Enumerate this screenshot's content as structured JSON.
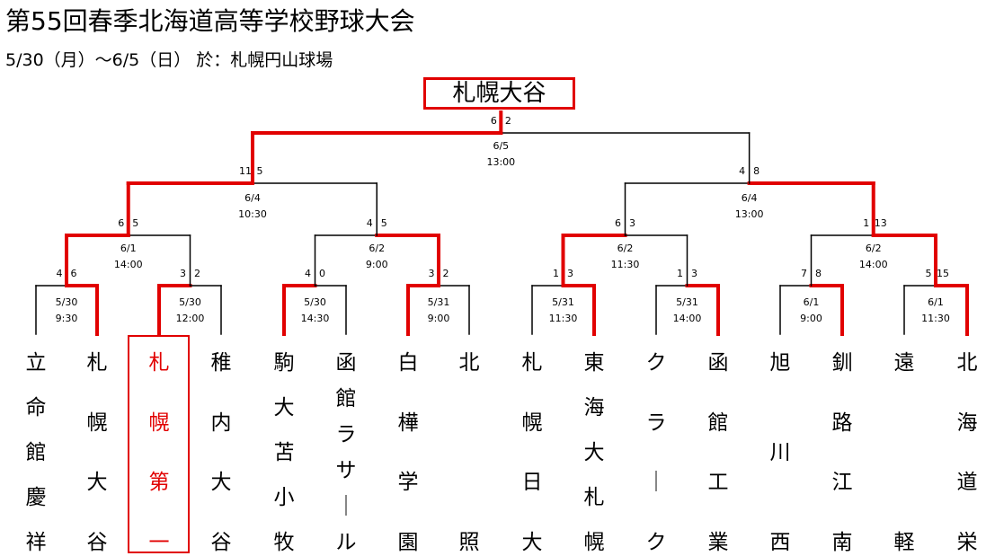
{
  "title": "第55回春季北海道高等学校野球大会",
  "subtitle": "5/30（月）～6/5（日） 於：札幌円山球場",
  "champion": "札幌大谷",
  "final": {
    "date": "6/5",
    "time": "13:00",
    "score_left": "6",
    "score_right": "2"
  },
  "semifinals": [
    {
      "date": "6/4",
      "time": "10:30",
      "score_left": "11",
      "score_right": "5"
    },
    {
      "date": "6/4",
      "time": "13:00",
      "score_left": "4",
      "score_right": "8"
    }
  ],
  "quarterfinals": [
    {
      "date": "6/1",
      "time": "14:00",
      "score_left": "6",
      "score_right": "5"
    },
    {
      "date": "6/2",
      "time": "9:00",
      "score_left": "4",
      "score_right": "5"
    },
    {
      "date": "6/2",
      "time": "11:30",
      "score_left": "6",
      "score_right": "3"
    },
    {
      "date": "6/2",
      "time": "14:00",
      "score_left": "1",
      "score_right": "13"
    }
  ],
  "first_round": [
    {
      "date": "5/30",
      "time": "9:30",
      "score_left": "4",
      "score_right": "6"
    },
    {
      "date": "5/30",
      "time": "12:00",
      "score_left": "3",
      "score_right": "2"
    },
    {
      "date": "5/30",
      "time": "14:30",
      "score_left": "4",
      "score_right": "0"
    },
    {
      "date": "5/31",
      "time": "9:00",
      "score_left": "3",
      "score_right": "2"
    },
    {
      "date": "5/31",
      "time": "11:30",
      "score_left": "1",
      "score_right": "3"
    },
    {
      "date": "5/31",
      "time": "14:00",
      "score_left": "1",
      "score_right": "3"
    },
    {
      "date": "6/1",
      "time": "9:00",
      "score_left": "7",
      "score_right": "8"
    },
    {
      "date": "6/1",
      "time": "11:30",
      "score_left": "5",
      "score_right": "15"
    }
  ],
  "teams": [
    {
      "chars": [
        "立",
        "命",
        "館",
        "慶",
        "祥"
      ]
    },
    {
      "chars": [
        "札",
        "幌",
        "大",
        "谷"
      ]
    },
    {
      "chars": [
        "札",
        "幌",
        "第",
        "一"
      ]
    },
    {
      "chars": [
        "稚",
        "内",
        "大",
        "谷"
      ]
    },
    {
      "chars": [
        "駒",
        "大",
        "苫",
        "小",
        "牧"
      ]
    },
    {
      "chars": [
        "函",
        "館",
        "ラ",
        "サ",
        "｜",
        "ル"
      ]
    },
    {
      "chars": [
        "白",
        "樺",
        "学",
        "園"
      ]
    },
    {
      "chars": [
        "北",
        "照"
      ]
    },
    {
      "chars": [
        "札",
        "幌",
        "日",
        "大"
      ]
    },
    {
      "chars": [
        "東",
        "海",
        "大",
        "札",
        "幌"
      ]
    },
    {
      "chars": [
        "ク",
        "ラ",
        "｜",
        "ク"
      ]
    },
    {
      "chars": [
        "函",
        "館",
        "工",
        "業"
      ]
    },
    {
      "chars": [
        "旭",
        "川",
        "西"
      ]
    },
    {
      "chars": [
        "釧",
        "路",
        "江",
        "南"
      ]
    },
    {
      "chars": [
        "遠",
        "軽"
      ]
    },
    {
      "chars": [
        "北",
        "海",
        "道",
        "栄"
      ]
    }
  ],
  "colors": {
    "winner_line": "#e10000",
    "loser_line": "#000000"
  }
}
